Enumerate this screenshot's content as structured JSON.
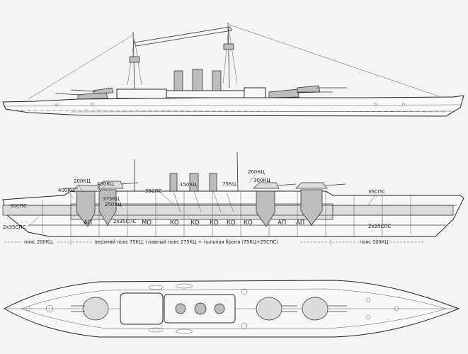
{
  "section_labels": {
    "l_200kc_a": "200КЦ",
    "l_400kc_a": "400КЦ",
    "l_400kc_b": "400КЦ",
    "l_375kc": "375КЦ",
    "l_250kc": "250КЦ",
    "l_35sps_mid": "35СПС",
    "l_150kc": "150КЦ",
    "l_75kc": "75КЦ",
    "l_200kc_b": "200КЦ",
    "l_300kc": "300КЦ",
    "l_35sps_left": "35СПС",
    "l_35sps_right": "35СПС",
    "l_2x35sps_left": "2х35СПС",
    "l_2x35sps_mid": "2х35СПС",
    "l_2x35sps_right": "2х35СПС"
  },
  "compartments": [
    "АП",
    "МО",
    "КО",
    "КО",
    "КО",
    "КО",
    "КО",
    "АП",
    "АП"
  ],
  "belt_captions": {
    "fore": "пояс 200КЦ",
    "main": "верхний пояс 75КЦ, главный пояс 275КЦ + тыльная броня (75КЦ+25СПС)",
    "aft": "пояс 100КЦ"
  }
}
